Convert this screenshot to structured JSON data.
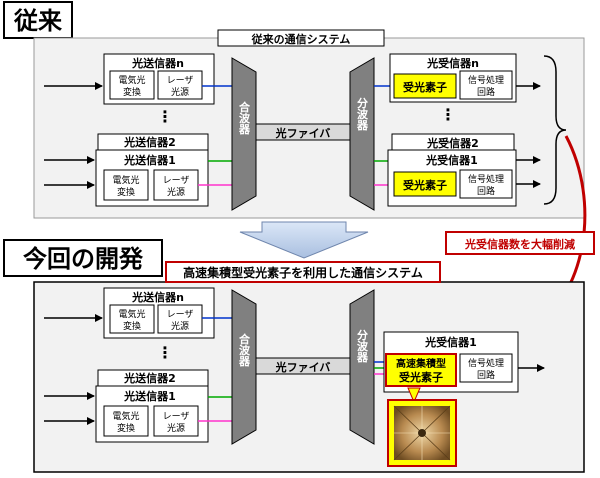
{
  "colors": {
    "highlight_yellow": "#ffff00",
    "accent_red": "#c00000",
    "mux_fill": "#808080",
    "fiber_fill": "#d9d9d9",
    "section_bg": "#f2f2f2",
    "line_blue": "#0033cc",
    "line_green": "#00aa00",
    "line_magenta": "#ff33cc"
  },
  "top": {
    "heading": "従来",
    "title": "従来の通信システム",
    "transmitter_n": "光送信器n",
    "transmitter_2": "光送信器2",
    "transmitter_1": "光送信器1",
    "eo_conv_line1": "電気光",
    "eo_conv_line2": "変換",
    "laser_line1": "レーザ",
    "laser_line2": "光源",
    "mux": "合波器",
    "fiber": "光ファイバ",
    "demux": "分波器",
    "receiver_n": "光受信器n",
    "receiver_2": "光受信器2",
    "receiver_1": "光受信器1",
    "photodiode": "受光素子",
    "signal_proc_line1": "信号処理",
    "signal_proc_line2": "回路",
    "ellipsis": "⋮"
  },
  "callout": "光受信器数を大幅削減",
  "bottom": {
    "heading": "今回の開発",
    "title": "高速集積型受光素子を利用した通信システム",
    "transmitter_n": "光送信器n",
    "transmitter_2": "光送信器2",
    "transmitter_1": "光送信器1",
    "eo_conv_line1": "電気光",
    "eo_conv_line2": "変換",
    "laser_line1": "レーザ",
    "laser_line2": "光源",
    "mux": "合波器",
    "fiber": "光ファイバ",
    "demux": "分波器",
    "receiver_1": "光受信器1",
    "integrated_pd_line1": "高速集積型",
    "integrated_pd_line2": "受光素子",
    "signal_proc_line1": "信号処理",
    "signal_proc_line2": "回路",
    "ellipsis": "⋮",
    "chip_photo": "chip-photo-icon"
  }
}
